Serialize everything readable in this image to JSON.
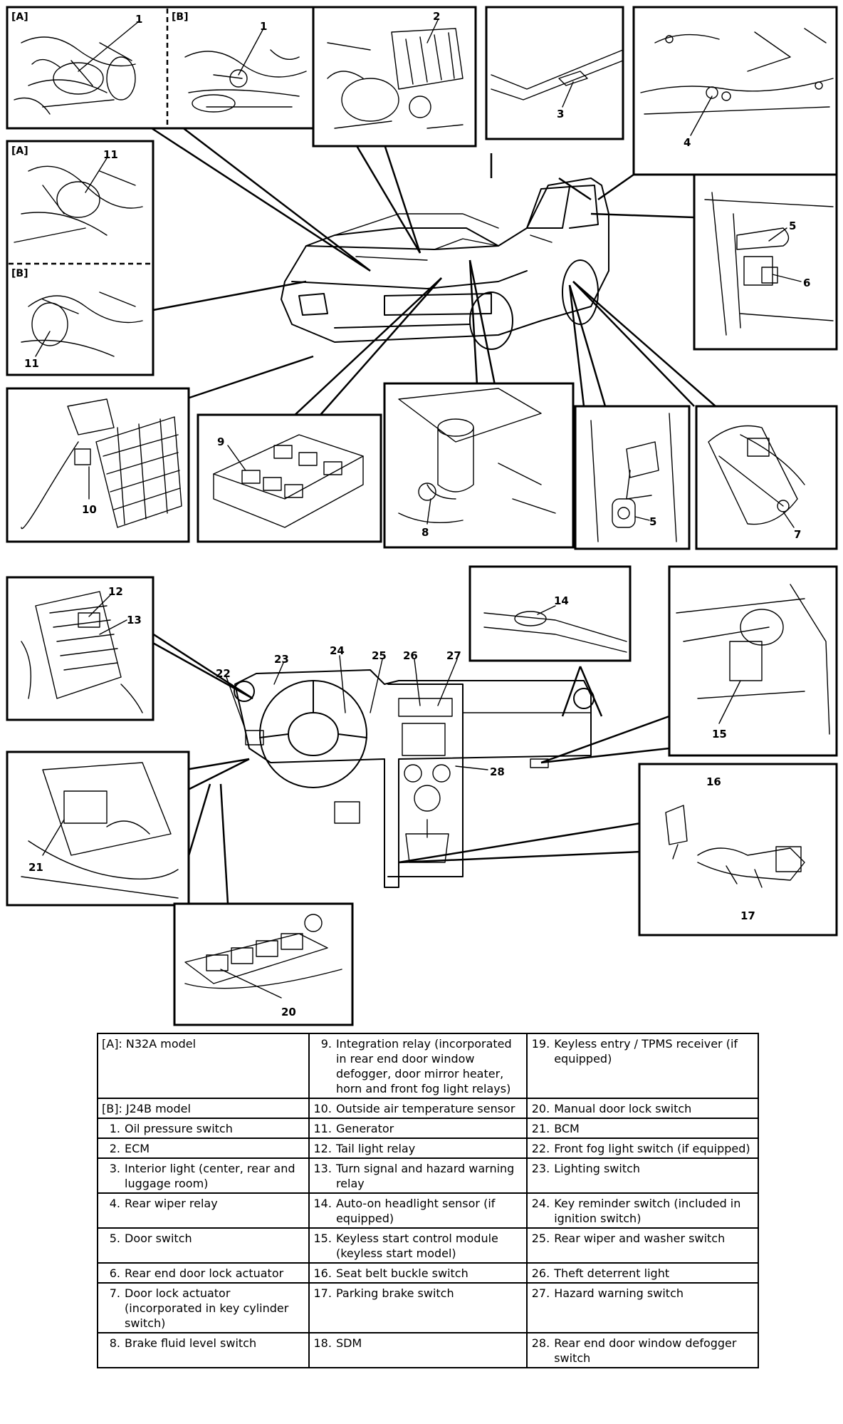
{
  "callouts": {
    "c1a": "1",
    "c1b": "1",
    "c2": "2",
    "c3": "3",
    "c4": "4",
    "c5a": "5",
    "c6": "6",
    "c11a": "11",
    "c11b": "11",
    "c10": "10",
    "c9": "9",
    "c8": "8",
    "c5b": "5",
    "c7": "7",
    "c12": "12",
    "c13": "13",
    "c14": "14",
    "c15": "15",
    "c22": "22",
    "c23": "23",
    "c24": "24",
    "c25": "25",
    "c26": "26",
    "c27": "27",
    "c28": "28",
    "c21": "21",
    "c16": "16",
    "c17": "17",
    "c20": "20"
  },
  "tags": {
    "a1": "[A]",
    "b1": "[B]",
    "a2": "[A]",
    "b2": "[B]"
  },
  "legend": {
    "rows": [
      [
        {
          "num": "",
          "text": "[A]: N32A model"
        },
        {
          "num": "9.",
          "text": "Integration relay (incorporated in rear end door window defogger, door mirror heater, horn and front fog light relays)"
        },
        {
          "num": "19.",
          "text": "Keyless entry / TPMS receiver (if equipped)"
        }
      ],
      [
        {
          "num": "",
          "text": "[B]: J24B model"
        },
        {
          "num": "10.",
          "text": "Outside air temperature sensor"
        },
        {
          "num": "20.",
          "text": "Manual door lock switch"
        }
      ],
      [
        {
          "num": "1.",
          "text": "Oil pressure switch"
        },
        {
          "num": "11.",
          "text": "Generator"
        },
        {
          "num": "21.",
          "text": "BCM"
        }
      ],
      [
        {
          "num": "2.",
          "text": "ECM"
        },
        {
          "num": "12.",
          "text": "Tail light relay"
        },
        {
          "num": "22.",
          "text": "Front fog light switch (if equipped)"
        }
      ],
      [
        {
          "num": "3.",
          "text": "Interior light (center, rear and luggage room)"
        },
        {
          "num": "13.",
          "text": "Turn signal and hazard warning relay"
        },
        {
          "num": "23.",
          "text": "Lighting switch"
        }
      ],
      [
        {
          "num": "4.",
          "text": "Rear wiper relay"
        },
        {
          "num": "14.",
          "text": "Auto-on headlight sensor (if equipped)"
        },
        {
          "num": "24.",
          "text": "Key reminder switch (included in ignition switch)"
        }
      ],
      [
        {
          "num": "5.",
          "text": "Door switch"
        },
        {
          "num": "15.",
          "text": "Keyless start control module (keyless start model)"
        },
        {
          "num": "25.",
          "text": "Rear wiper and washer switch"
        }
      ],
      [
        {
          "num": "6.",
          "text": "Rear end door lock actuator"
        },
        {
          "num": "16.",
          "text": "Seat belt buckle switch"
        },
        {
          "num": "26.",
          "text": "Theft deterrent light"
        }
      ],
      [
        {
          "num": "7.",
          "text": "Door lock actuator (incorporated in key cylinder switch)"
        },
        {
          "num": "17.",
          "text": "Parking brake switch"
        },
        {
          "num": "27.",
          "text": "Hazard warning switch"
        }
      ],
      [
        {
          "num": "8.",
          "text": "Brake fluid level switch"
        },
        {
          "num": "18.",
          "text": "SDM"
        },
        {
          "num": "28.",
          "text": "Rear end door window defogger switch"
        }
      ]
    ]
  }
}
